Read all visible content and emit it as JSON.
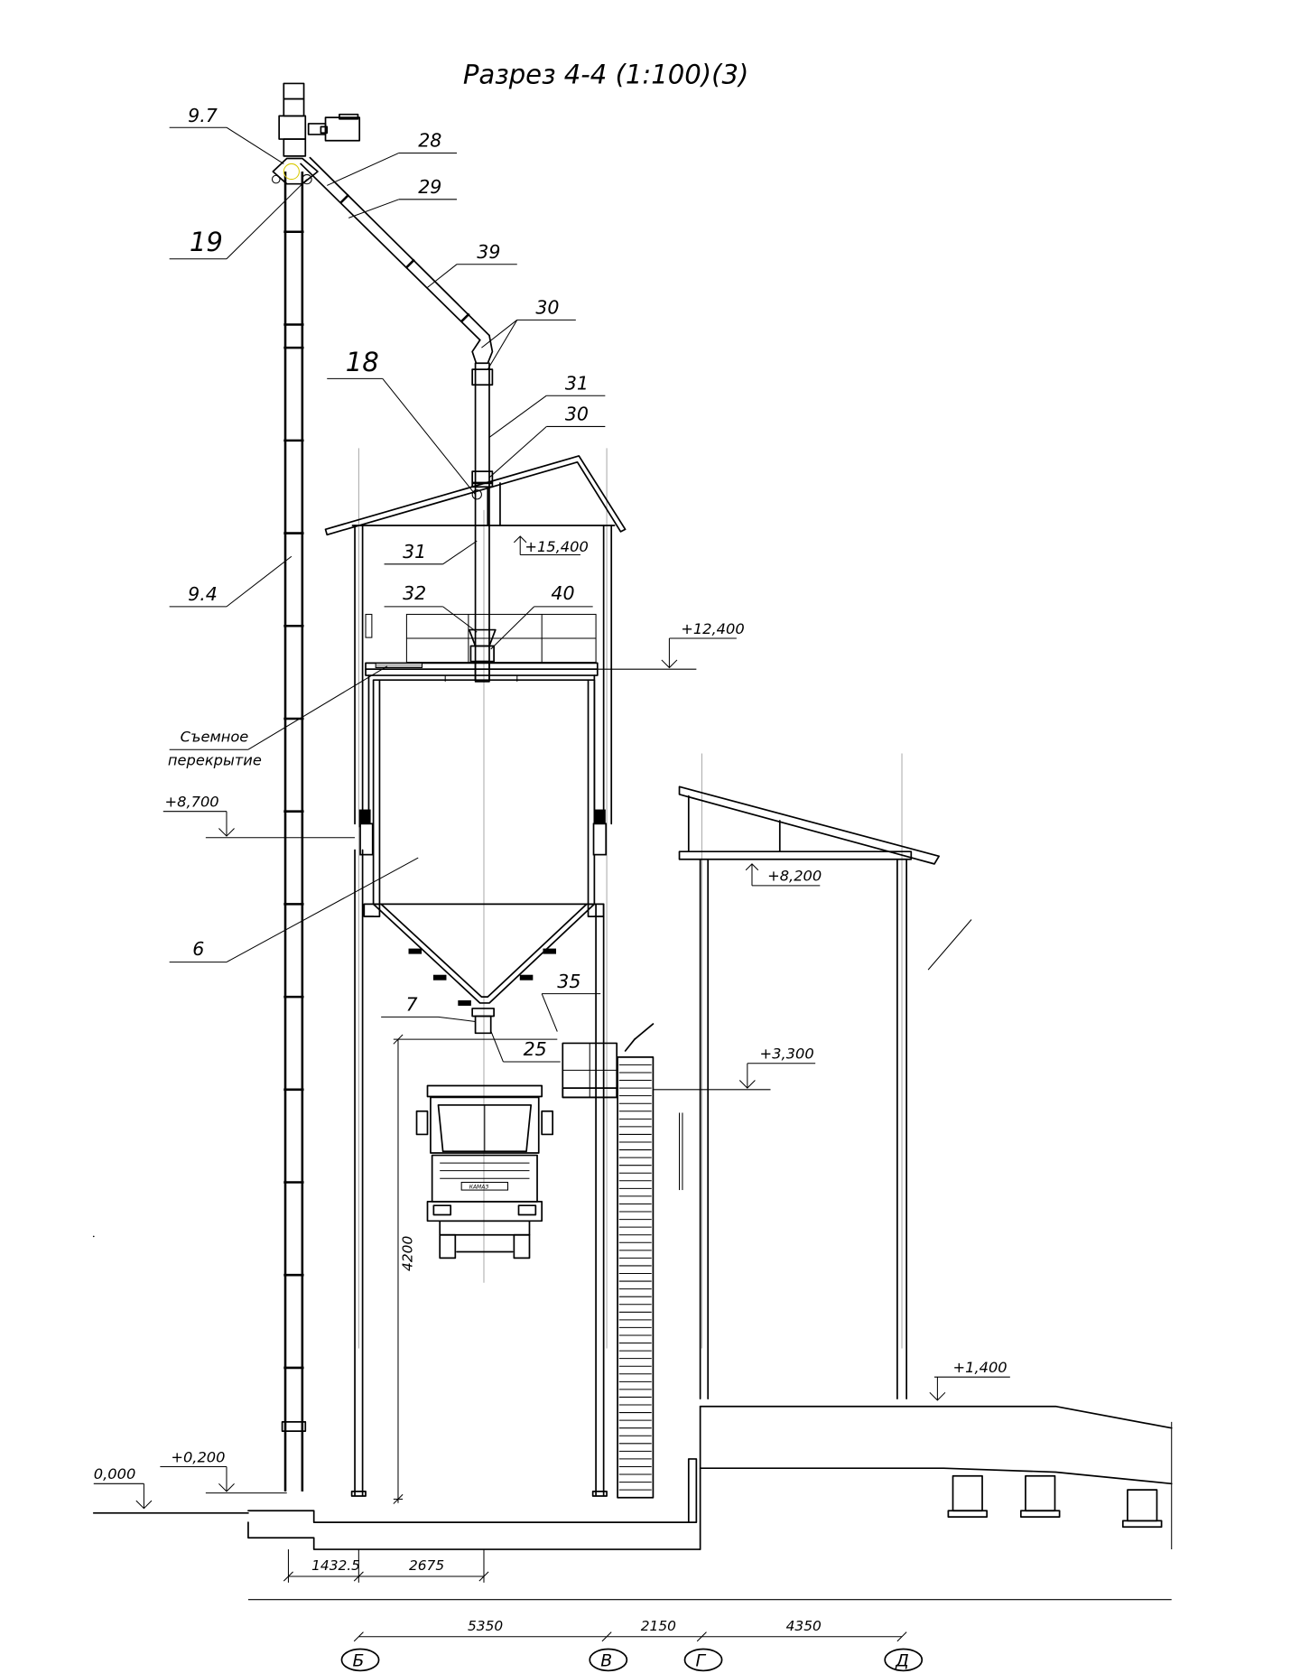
{
  "title": "Разрез 4-4 (1:100)(3)",
  "callouts": {
    "c97": "9.7",
    "c28": "28",
    "c29": "29",
    "c19": "19",
    "c39": "39",
    "c30a": "30",
    "c18": "18",
    "c31a": "31",
    "c30b": "30",
    "c31b": "31",
    "c32": "32",
    "c40": "40",
    "c94": "9.4",
    "c6": "6",
    "c35": "35",
    "c7": "7",
    "c25": "25",
    "removable_line1": "Съемное",
    "removable_line2": "перекрытие"
  },
  "levels": {
    "l15400": "+15,400",
    "l12400": "+12,400",
    "l8700": "+8,700",
    "l8200": "+8,200",
    "l3300": "+3,300",
    "l1400": "+1,400",
    "l0200": "+0,200",
    "l0000": "0,000"
  },
  "dimensions": {
    "d1432": "1432.5",
    "d2675": "2675",
    "d4200": "4200",
    "d5350": "5350",
    "d2150": "2150",
    "d4350": "4350"
  },
  "axes": {
    "b": "Б",
    "v": "В",
    "g": "Г",
    "d": "Д"
  },
  "truck_plate": "КАМАЗ"
}
